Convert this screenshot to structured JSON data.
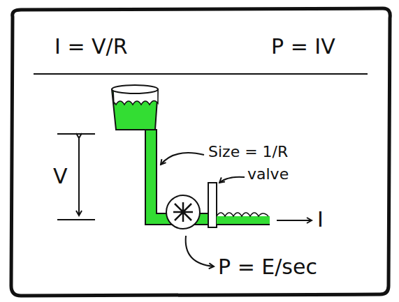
{
  "diagram": {
    "labels": [
      "I = V/R",
      "P = IV",
      "V",
      "Size = 1/R",
      "valve",
      "I",
      "P = E/sec"
    ]
  }
}
